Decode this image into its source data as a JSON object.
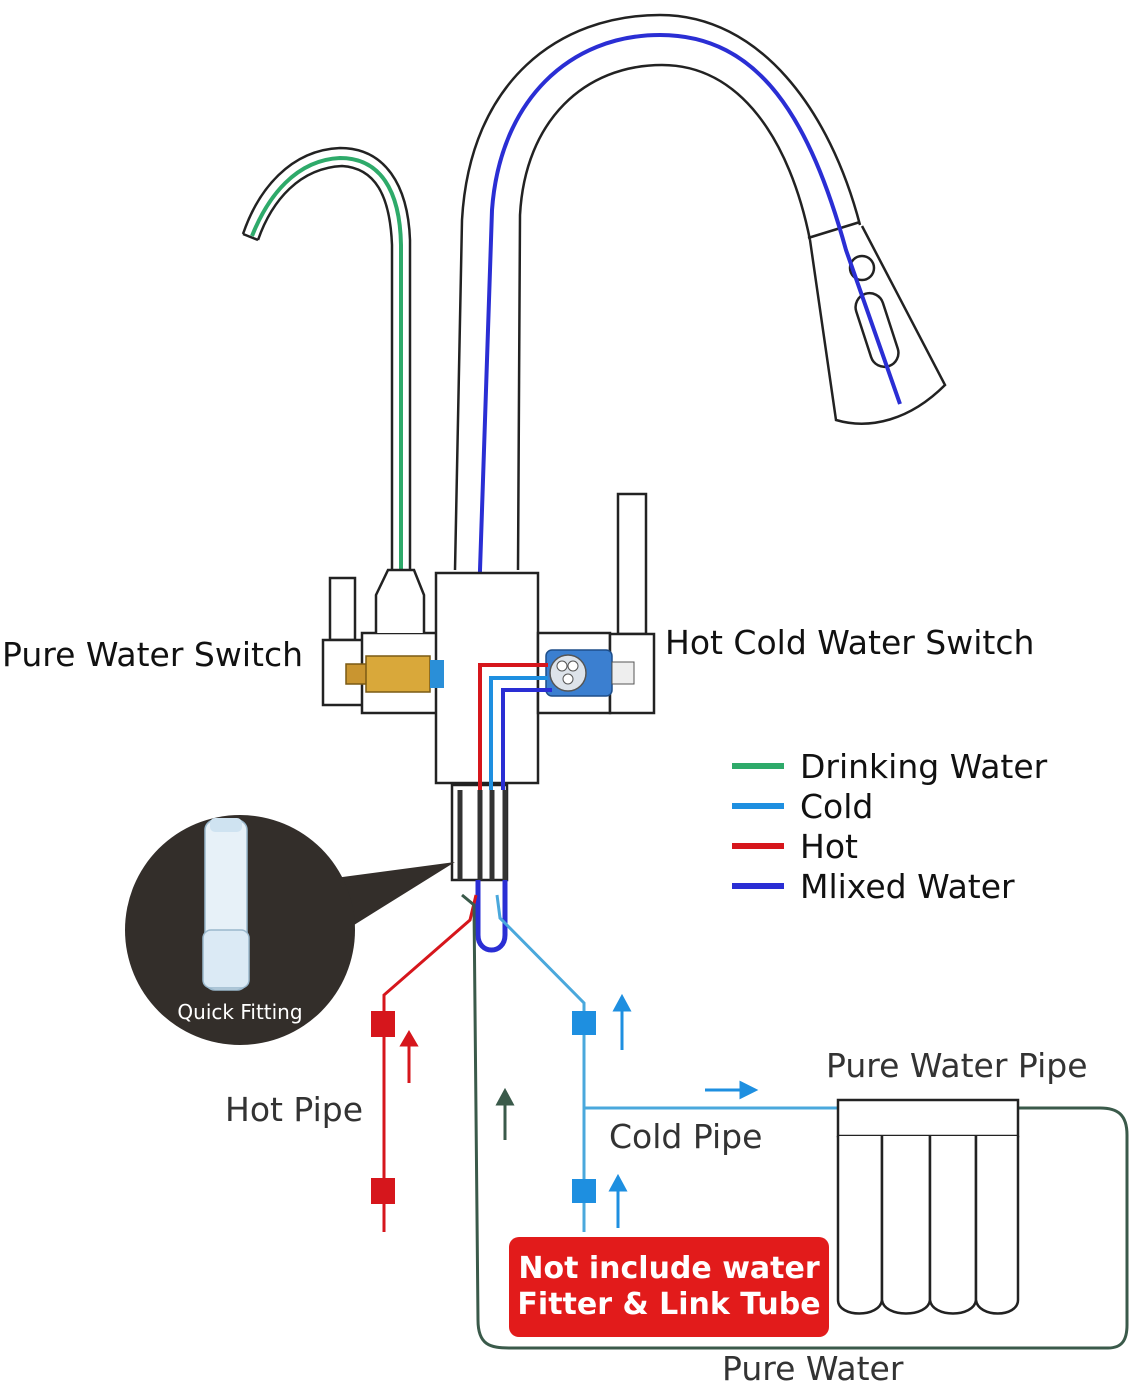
{
  "labels": {
    "pure_water_switch": "Pure Water Switch",
    "hot_cold_water_switch": "Hot Cold Water Switch",
    "quick_fitting": "Quick Fitting",
    "hot_pipe": "Hot Pipe",
    "cold_pipe": "Cold Pipe",
    "pure_water_pipe": "Pure Water Pipe",
    "pure_water": "Pure Water"
  },
  "legend": [
    {
      "label": "Drinking Water",
      "color": "#2eaa6a"
    },
    {
      "label": "Cold",
      "color": "#1e8fe0"
    },
    {
      "label": "Hot",
      "color": "#d6161c"
    },
    {
      "label": "Mlixed Water",
      "color": "#2a2ed4"
    }
  ],
  "notice": {
    "line1": "Not include water",
    "line2": "Fitter & Link Tube",
    "color": "#e21b1b"
  },
  "colors": {
    "outline": "#222222",
    "pure_loop": "#3a5a4a",
    "cold_pipe": "#4aa8dc",
    "hot_pipe": "#d6161c",
    "fitting_bg": "#332e2a"
  }
}
